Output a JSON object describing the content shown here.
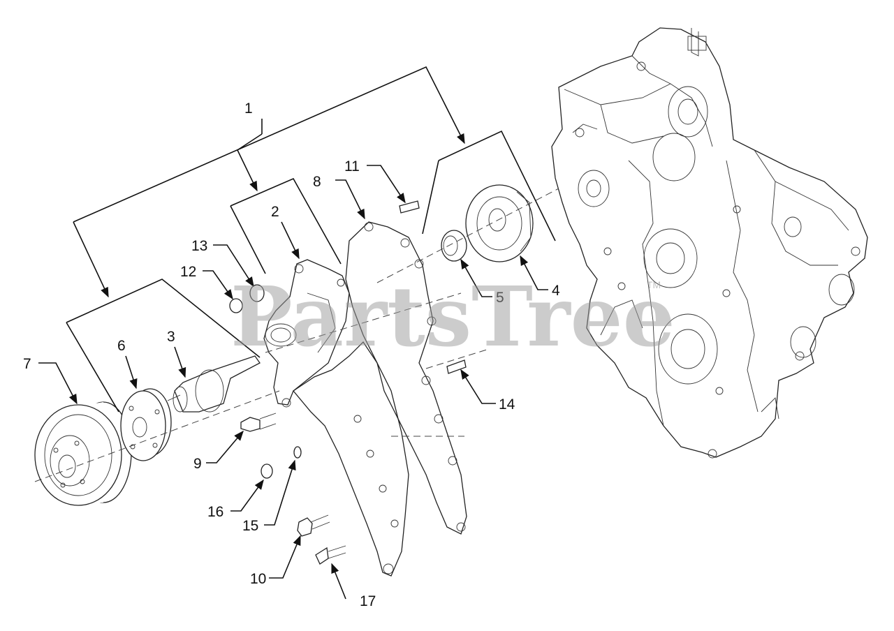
{
  "diagram": {
    "callouts": [
      {
        "id": "1",
        "label": "1"
      },
      {
        "id": "2",
        "label": "2"
      },
      {
        "id": "3",
        "label": "3"
      },
      {
        "id": "4",
        "label": "4"
      },
      {
        "id": "5",
        "label": "5"
      },
      {
        "id": "6",
        "label": "6"
      },
      {
        "id": "7",
        "label": "7"
      },
      {
        "id": "8",
        "label": "8"
      },
      {
        "id": "9",
        "label": "9"
      },
      {
        "id": "10",
        "label": "10"
      },
      {
        "id": "11",
        "label": "11"
      },
      {
        "id": "12",
        "label": "12"
      },
      {
        "id": "13",
        "label": "13"
      },
      {
        "id": "14",
        "label": "14"
      },
      {
        "id": "15",
        "label": "15"
      },
      {
        "id": "16",
        "label": "16"
      },
      {
        "id": "17",
        "label": "17"
      }
    ],
    "watermark": {
      "text": "PartsTree",
      "trademark": "TM"
    }
  }
}
